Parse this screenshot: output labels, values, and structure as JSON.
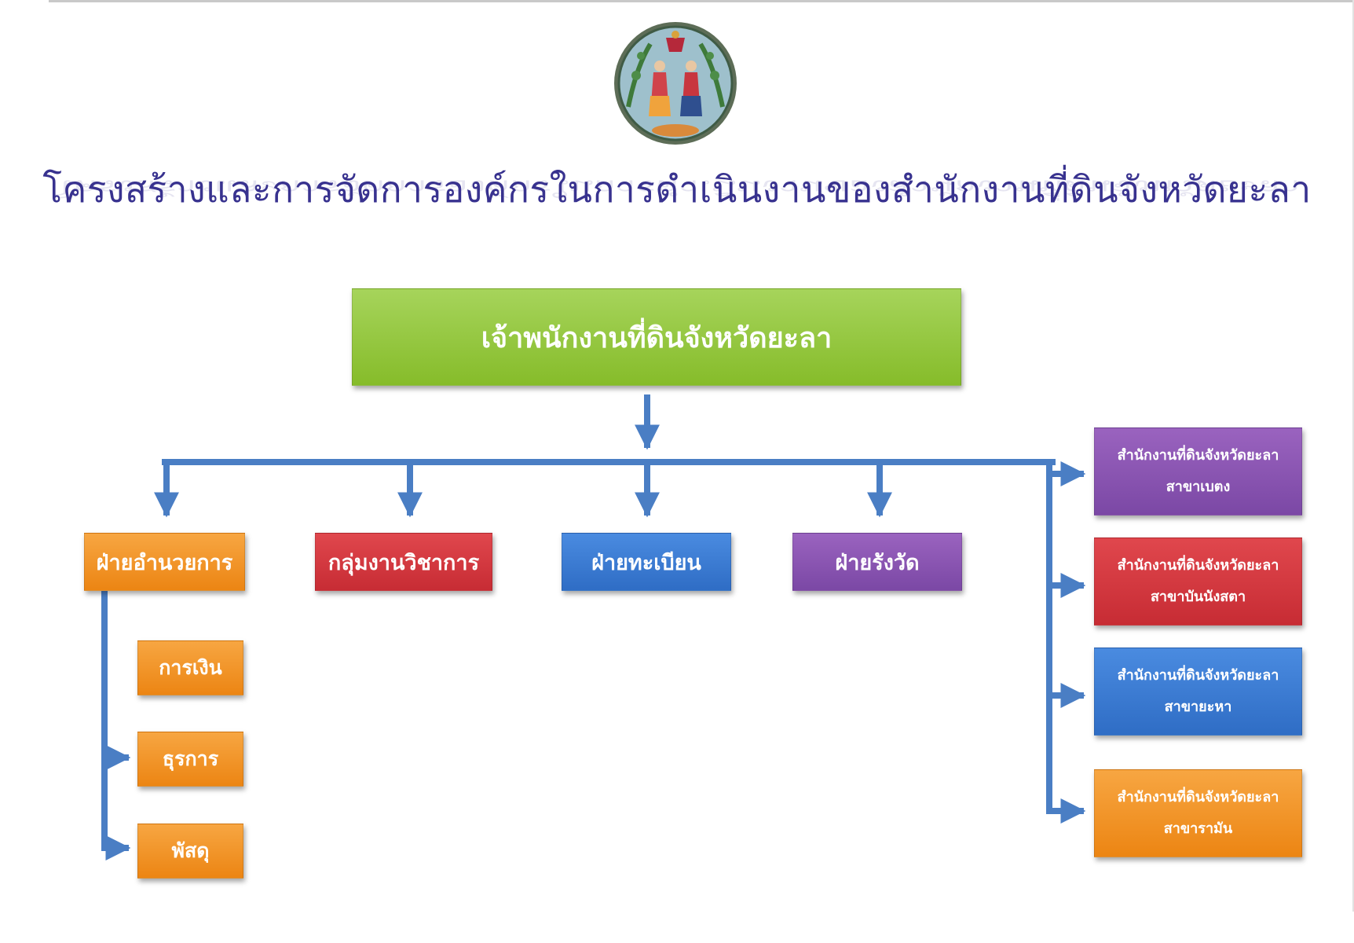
{
  "title": "โครงสร้างและการจัดการองค์กรในการดำเนินงานของสำนักงานที่ดินจังหวัดยะลา",
  "head": {
    "label": "เจ้าพนักงานที่ดินจังหวัดยะลา"
  },
  "divisions": [
    {
      "label": "ฝ่ายอำนวยการ",
      "color": "orange"
    },
    {
      "label": "กลุ่มงานวิชาการ",
      "color": "red"
    },
    {
      "label": "ฝ่ายทะเบียน",
      "color": "blue"
    },
    {
      "label": "ฝ่ายรังวัด",
      "color": "purple"
    }
  ],
  "admin_sections": [
    {
      "label": "การเงิน"
    },
    {
      "label": "ธุรการ"
    },
    {
      "label": "พัสดุ"
    }
  ],
  "branches": [
    {
      "line1": "สำนักงานที่ดินจังหวัดยะลา",
      "line2": "สาขาเบตง",
      "color": "purple"
    },
    {
      "line1": "สำนักงานที่ดินจังหวัดยะลา",
      "line2": "สาขาบันนังสตา",
      "color": "red"
    },
    {
      "line1": "สำนักงานที่ดินจังหวัดยะลา",
      "line2": "สาขายะหา",
      "color": "blue"
    },
    {
      "line1": "สำนักงานที่ดินจังหวัดยะลา",
      "line2": "สาขารามัน",
      "color": "orange"
    }
  ],
  "colors": {
    "title": "#38328f",
    "connector": "#4a7ec4",
    "green": "#8dc23a",
    "orange": "#ef8c1c",
    "red": "#cc3139",
    "blue": "#3476cf",
    "purple": "#8150ad"
  }
}
